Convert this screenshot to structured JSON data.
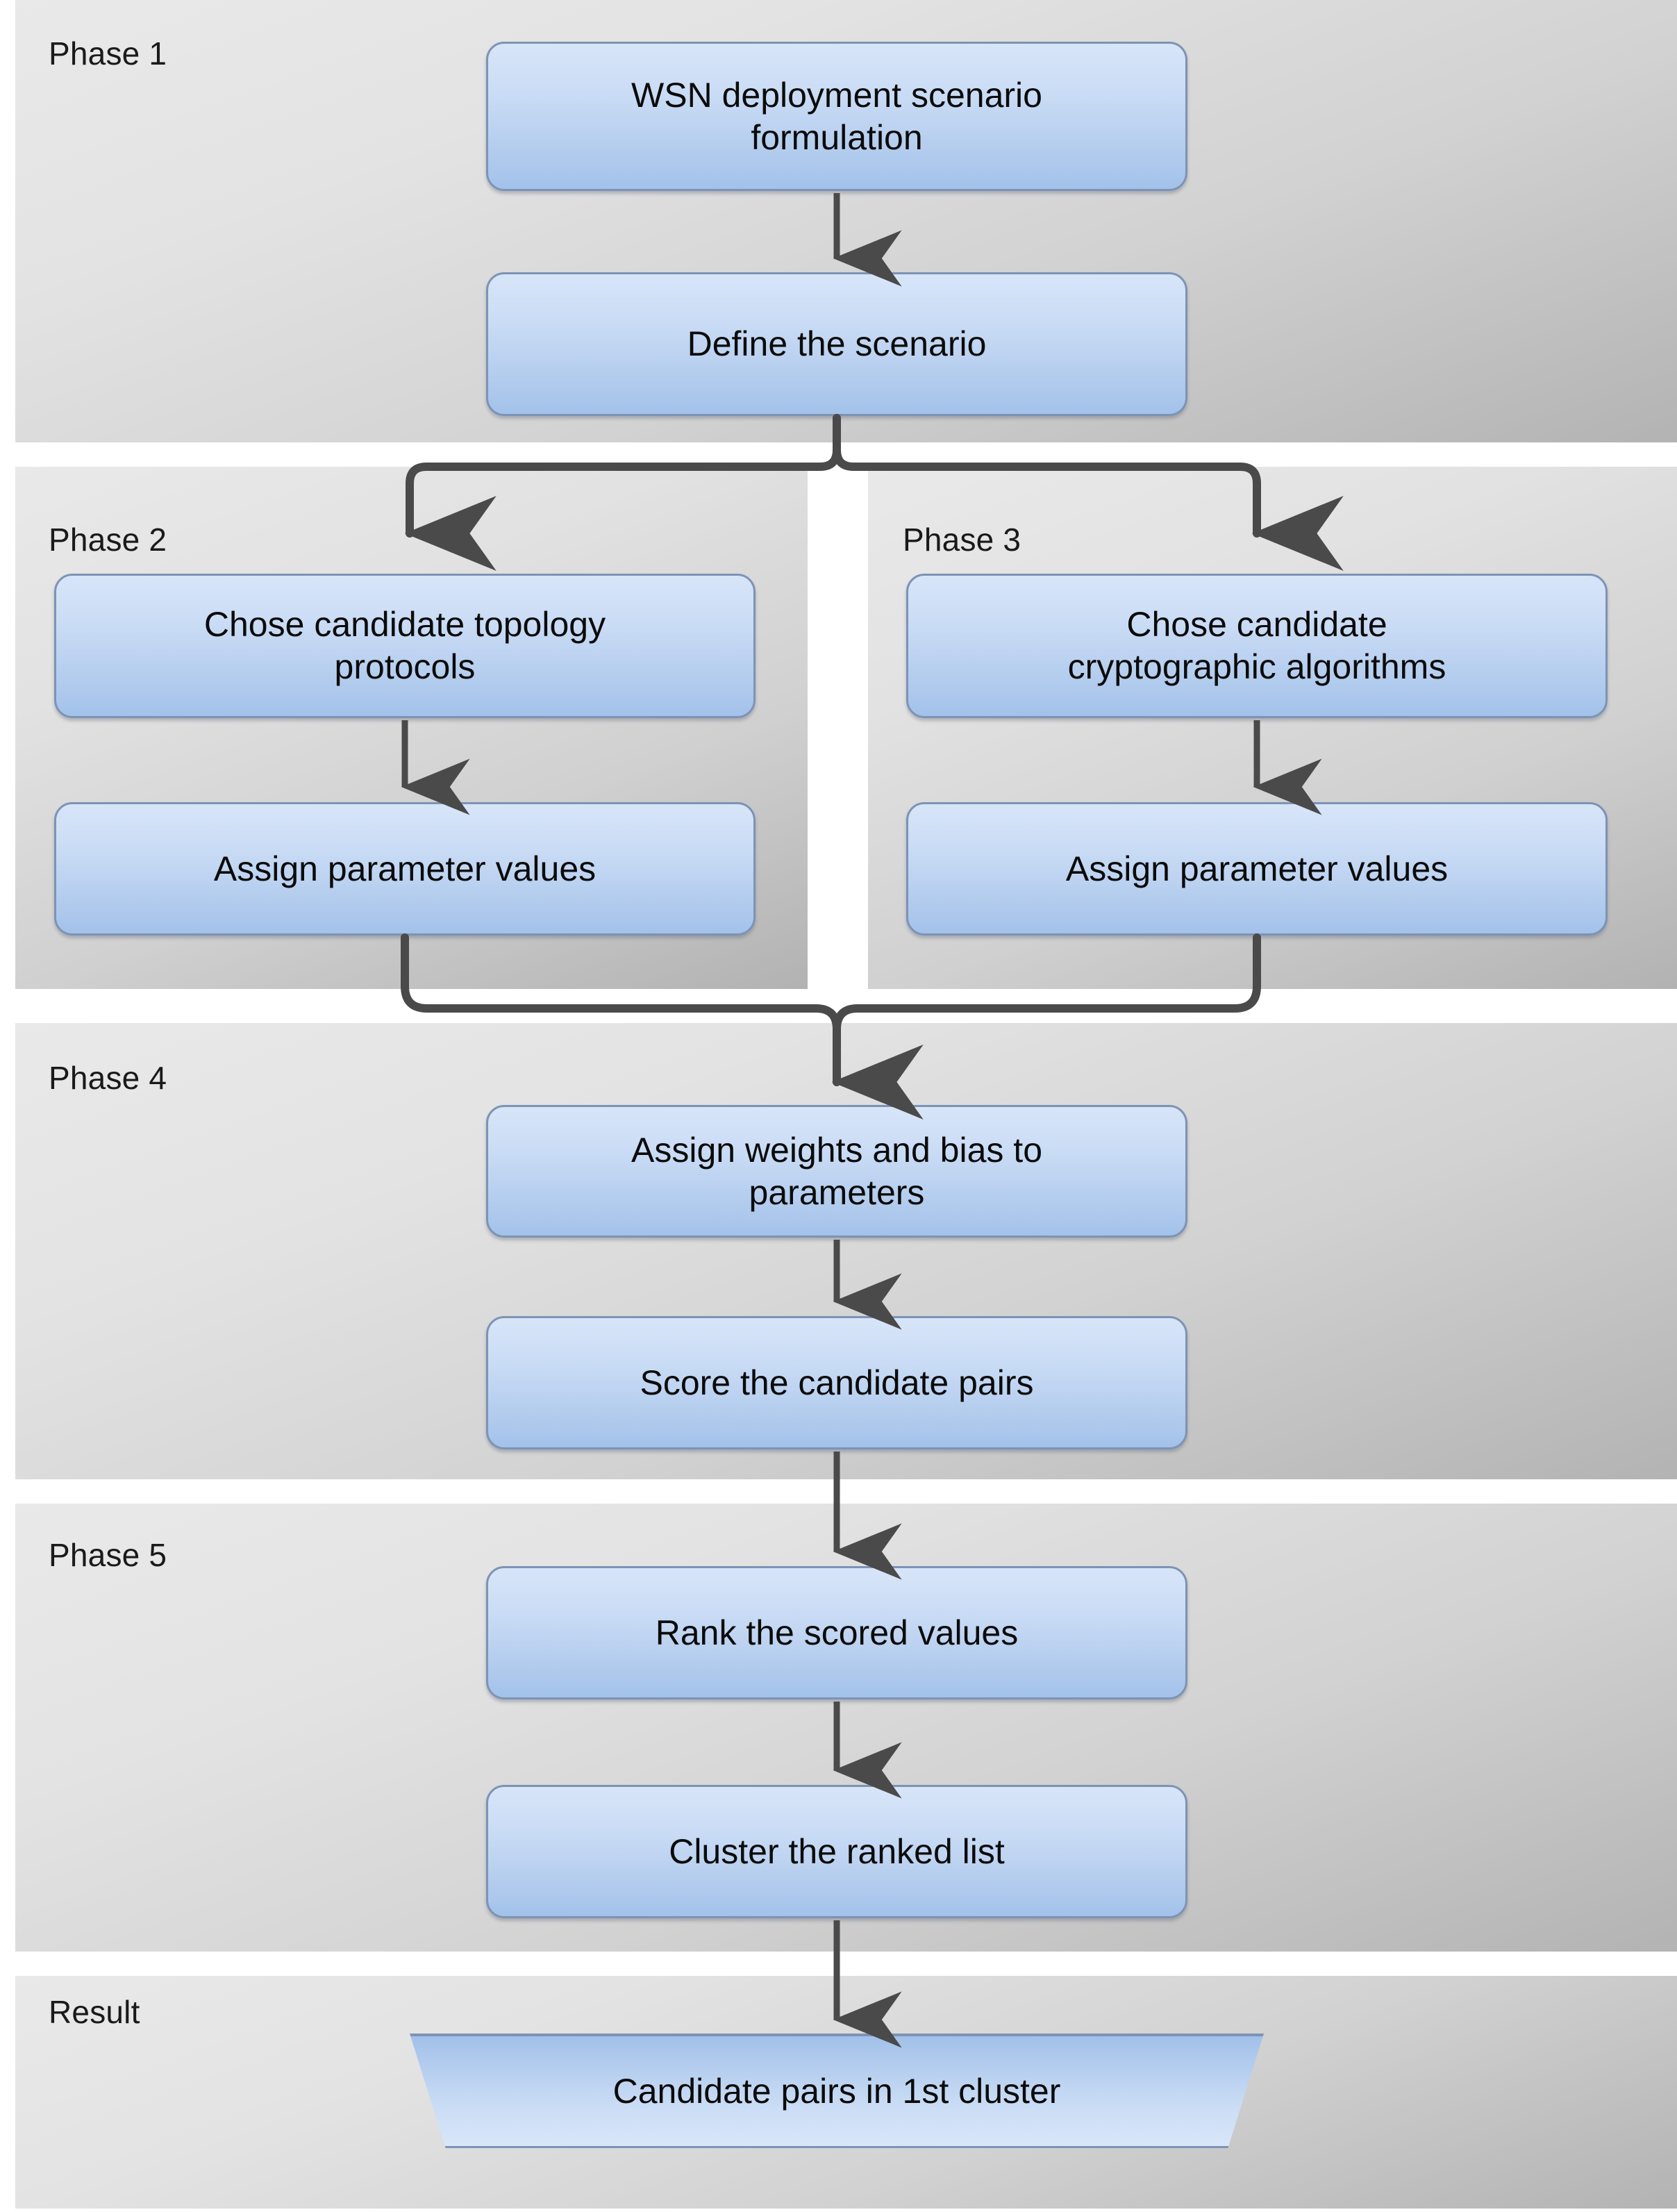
{
  "diagram": {
    "title": "WSN deployment scenario selection flowchart",
    "accent_box_fill_top": "#d7e5f8",
    "accent_box_fill_bottom": "#a3c2ea",
    "box_border_color": "#7d93b5",
    "band_fill": "#d2d2d2",
    "connector_color": "#4a4a4a"
  },
  "bands": [
    {
      "id": "phase1",
      "label": "Phase 1"
    },
    {
      "id": "phase2",
      "label": "Phase 2"
    },
    {
      "id": "phase3",
      "label": "Phase 3"
    },
    {
      "id": "phase4",
      "label": "Phase 4"
    },
    {
      "id": "phase5",
      "label": "Phase 5"
    },
    {
      "id": "result",
      "label": "Result"
    }
  ],
  "nodes": {
    "wsn_formulation": {
      "line1": "WSN deployment scenario",
      "line2": "formulation"
    },
    "define_scenario": {
      "line1": "Define the scenario"
    },
    "chose_topology": {
      "line1": "Chose candidate  topology",
      "line2": "protocols"
    },
    "assign_params_left": {
      "line1": "Assign parameter values"
    },
    "chose_crypto": {
      "line1": "Chose candidate",
      "line2": "cryptographic algorithms"
    },
    "assign_params_right": {
      "line1": "Assign parameter values"
    },
    "assign_weights": {
      "line1": "Assign weights and bias to",
      "line2": "parameters"
    },
    "score_pairs": {
      "line1": "Score the candidate pairs"
    },
    "rank_values": {
      "line1": "Rank the scored values"
    },
    "cluster_list": {
      "line1": "Cluster the ranked list"
    },
    "result_shape": {
      "line1": "Candidate pairs in 1st cluster"
    }
  },
  "flow_edges": [
    {
      "from": "wsn_formulation",
      "to": "define_scenario",
      "type": "straight-arrow"
    },
    {
      "from": "define_scenario",
      "to": "chose_topology",
      "type": "split-left-arrow"
    },
    {
      "from": "define_scenario",
      "to": "chose_crypto",
      "type": "split-right-arrow"
    },
    {
      "from": "chose_topology",
      "to": "assign_params_left",
      "type": "straight-arrow"
    },
    {
      "from": "chose_crypto",
      "to": "assign_params_right",
      "type": "straight-arrow"
    },
    {
      "from": "assign_params_left",
      "to": "assign_weights",
      "type": "merge-left-arrow"
    },
    {
      "from": "assign_params_right",
      "to": "assign_weights",
      "type": "merge-right-arrow"
    },
    {
      "from": "assign_weights",
      "to": "score_pairs",
      "type": "straight-arrow"
    },
    {
      "from": "score_pairs",
      "to": "rank_values",
      "type": "straight-arrow"
    },
    {
      "from": "rank_values",
      "to": "cluster_list",
      "type": "straight-arrow"
    },
    {
      "from": "cluster_list",
      "to": "result_shape",
      "type": "straight-arrow"
    }
  ]
}
